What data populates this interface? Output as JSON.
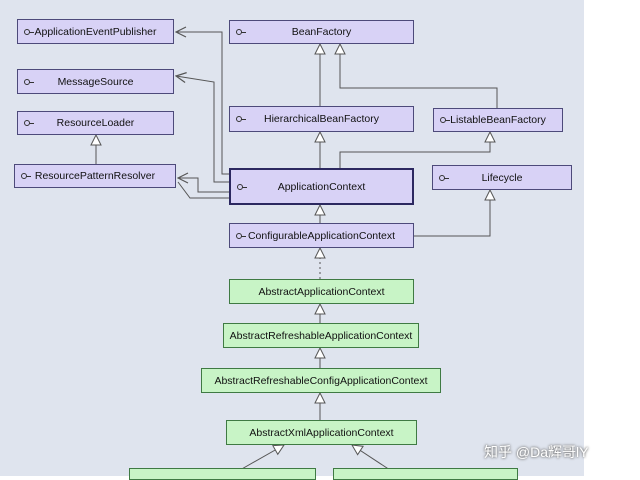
{
  "nodes": {
    "application_event_publisher": "ApplicationEventPublisher",
    "message_source": "MessageSource",
    "resource_loader": "ResourceLoader",
    "resource_pattern_resolver": "ResourcePatternResolver",
    "bean_factory": "BeanFactory",
    "hierarchical_bean_factory": "HierarchicalBeanFactory",
    "listable_bean_factory": "ListableBeanFactory",
    "application_context": "ApplicationContext",
    "lifecycle": "Lifecycle",
    "configurable_application_context": "ConfigurableApplicationContext",
    "abstract_application_context": "AbstractApplicationContext",
    "abstract_refreshable_application_context": "AbstractRefreshableApplicationContext",
    "abstract_refreshable_config_application_context": "AbstractRefreshableConfigApplicationContext",
    "abstract_xml_application_context": "AbstractXmlApplicationContext"
  },
  "watermark": "知乎 @Da辉哥lY",
  "colors": {
    "interface_fill": "#d8d2f6",
    "class_fill": "#c8f4c6",
    "canvas": "#dfe4ee"
  },
  "icons": [
    "interface-icon"
  ]
}
